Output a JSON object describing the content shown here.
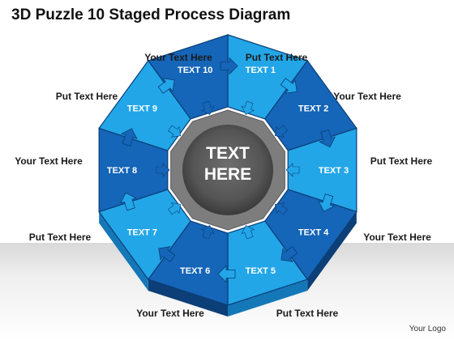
{
  "title": "3D Puzzle 10 Staged Process Diagram",
  "center_text": [
    "TEXT",
    "HERE"
  ],
  "segments": [
    {
      "label": "TEXT 1",
      "color": "#22a6e8"
    },
    {
      "label": "TEXT 2",
      "color": "#1565b8"
    },
    {
      "label": "TEXT 3",
      "color": "#22a6e8"
    },
    {
      "label": "TEXT 4",
      "color": "#1565b8"
    },
    {
      "label": "TEXT 5",
      "color": "#22a6e8"
    },
    {
      "label": "TEXT 6",
      "color": "#1565b8"
    },
    {
      "label": "TEXT 7",
      "color": "#22a6e8"
    },
    {
      "label": "TEXT 8",
      "color": "#1565b8"
    },
    {
      "label": "TEXT 9",
      "color": "#22a6e8"
    },
    {
      "label": "TEXT 10",
      "color": "#1565b8"
    }
  ],
  "outer_labels": {
    "top_left": "Your Text Here",
    "top_right": "Put Text Here",
    "upper_left": "Put Text Here",
    "upper_right": "Your Text Here",
    "mid_left": "Your Text Here",
    "mid_right": "Put Text Here",
    "lower_left": "Put Text Here",
    "lower_right": "Your Text Here",
    "bottom_left": "Your Text Here",
    "bottom_right": "Put Text Here"
  },
  "logo": "Your Logo",
  "colors": {
    "light_blue": "#22a6e8",
    "dark_blue": "#1565b8",
    "hub_gray": "#8a8a8a",
    "side_light": "#1478b8",
    "side_dark": "#0c3f78"
  }
}
